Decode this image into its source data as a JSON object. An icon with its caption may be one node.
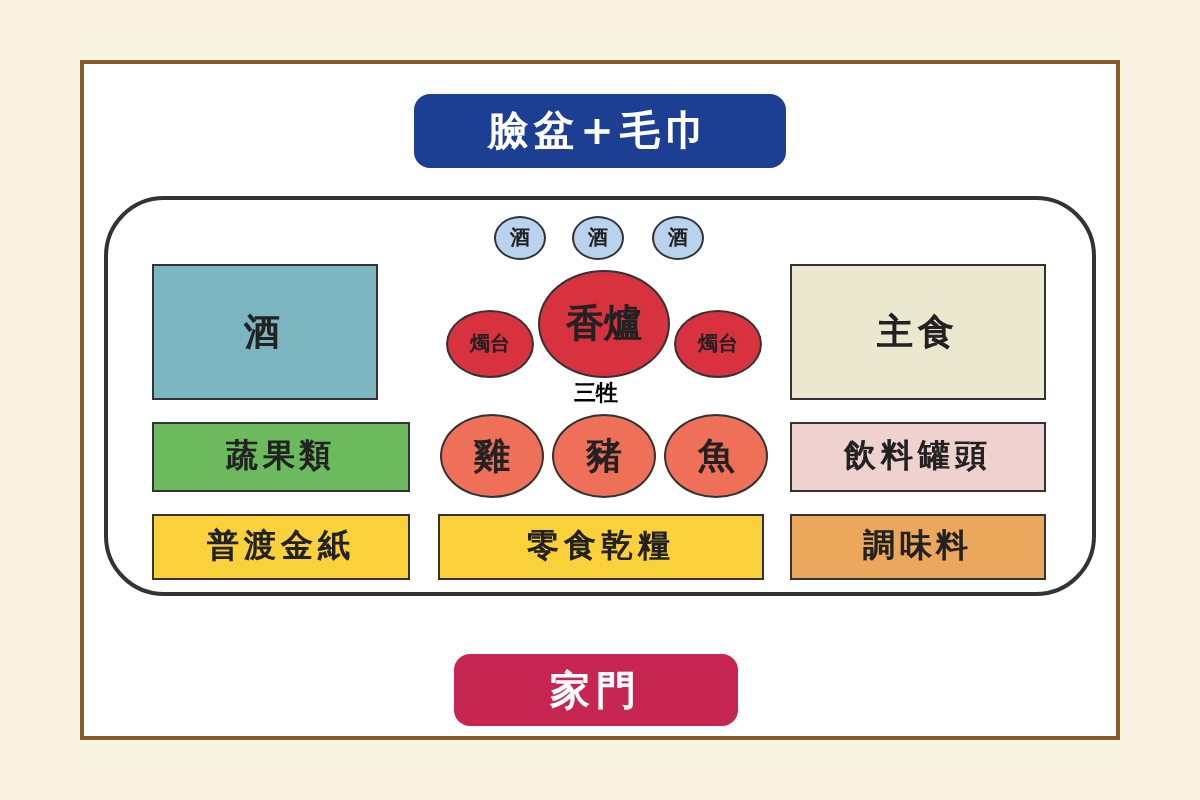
{
  "diagram": {
    "nodes": [
      {
        "text": [
          "臉盆+毛巾"
        ]
      },
      {
        "text": [],
        "shape": "box"
      },
      {
        "text": [
          "酒"
        ],
        "in": 1
      },
      {
        "text": [
          "酒"
        ],
        "in": 1
      },
      {
        "text": [
          "酒"
        ],
        "in": 1
      },
      {
        "text": [
          "酒"
        ],
        "in": 1
      },
      {
        "text": [
          "燭台"
        ],
        "in": 1
      },
      {
        "text": [
          "香爐"
        ],
        "in": 1
      },
      {
        "text": [
          "燭台"
        ],
        "in": 1
      },
      {
        "text": [
          "主食"
        ],
        "in": 1
      },
      {
        "text": [
          "蔬果類"
        ],
        "in": 1
      },
      {
        "text": [
          "雞"
        ],
        "in": 1
      },
      {
        "text": [
          "豬"
        ],
        "in": 1
      },
      {
        "text": [
          "魚"
        ],
        "in": 1
      },
      {
        "text": [
          "飲料罐頭"
        ],
        "in": 1
      },
      {
        "text": [
          "普渡金紙"
        ],
        "in": 1
      },
      {
        "text": [
          "零食乾糧"
        ],
        "in": 1
      },
      {
        "text": [
          "調味料"
        ],
        "in": 1
      },
      {
        "text": [
          "家門"
        ]
      }
    ],
    "labels": [
      "三牲"
    ]
  }
}
